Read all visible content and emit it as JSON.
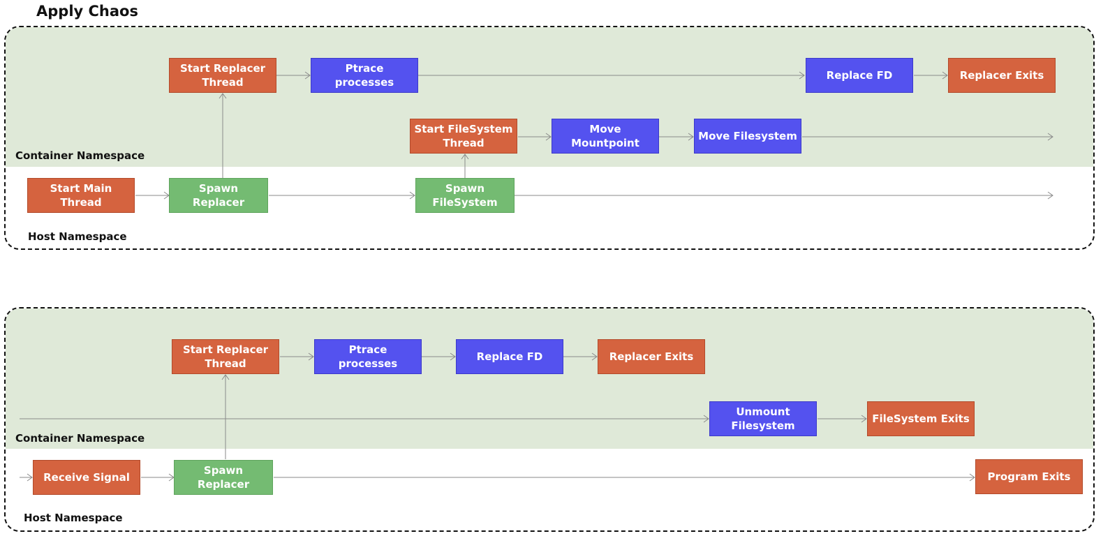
{
  "title": "Apply Chaos",
  "colors": {
    "process": "#d5633f",
    "container_action": "#5452ef",
    "spawn": "#74bb72",
    "container_band": "#dfe9d8"
  },
  "apply": {
    "container_label": "Container Namespace",
    "host_label": "Host Namespace",
    "start_replacer_thread": "Start Replacer\nThread",
    "ptrace_processes": "Ptrace\nprocesses",
    "replace_fd": "Replace FD",
    "replacer_exits": "Replacer Exits",
    "start_filesystem_thread": "Start FileSystem\nThread",
    "move_mountpoint": "Move\nMountpoint",
    "move_filesystem": "Move Filesystem",
    "start_main_thread": "Start Main\nThread",
    "spawn_replacer": "Spawn\nReplacer",
    "spawn_filesystem": "Spawn\nFileSystem"
  },
  "recover": {
    "container_label": "Container Namespace",
    "host_label": "Host Namespace",
    "start_replacer_thread": "Start Replacer\nThread",
    "ptrace_processes": "Ptrace\nprocesses",
    "replace_fd": "Replace FD",
    "replacer_exits": "Replacer Exits",
    "unmount_filesystem": "Unmount\nFilesystem",
    "filesystem_exits": "FileSystem Exits",
    "receive_signal": "Receive Signal",
    "spawn_replacer": "Spawn\nReplacer",
    "program_exits": "Program Exits"
  }
}
